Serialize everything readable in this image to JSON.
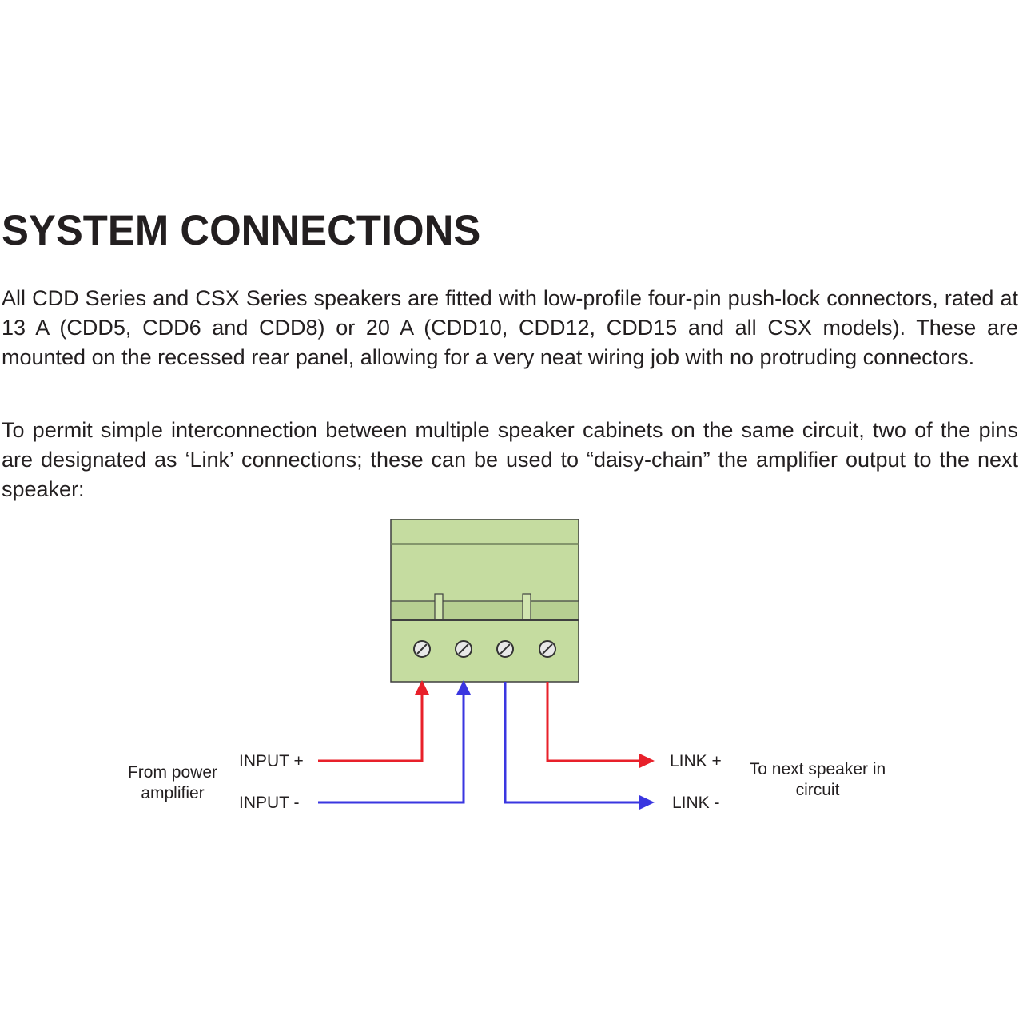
{
  "title": "SYSTEM CONNECTIONS",
  "paragraphs": [
    "All CDD Series and CSX Series speakers are fitted with low-profile four-pin push-lock connectors, rated at 13 A (CDD5, CDD6 and CDD8) or 20 A (CDD10, CDD12, CDD15 and all CSX models). These are mounted on the recessed rear panel, allowing for a very neat wiring job with no protruding connectors.",
    "To permit simple interconnection between multiple speaker cabinets on the same circuit, two of the pins are designated as ‘Link’ connections; these can be used to “daisy-chain” the amplifier output to the next speaker:"
  ],
  "diagram": {
    "source_label": [
      "From power",
      "amplifier"
    ],
    "input_plus": "INPUT +",
    "input_minus": "INPUT -",
    "link_plus": "LINK +",
    "link_minus": "LINK -",
    "dest_label": [
      "To next speaker in",
      "circuit"
    ],
    "colors": {
      "connector_body": "#c5dca0",
      "connector_outline": "#3f3f3f",
      "positive_wire": "#e8202a",
      "negative_wire": "#3a36e0"
    }
  }
}
